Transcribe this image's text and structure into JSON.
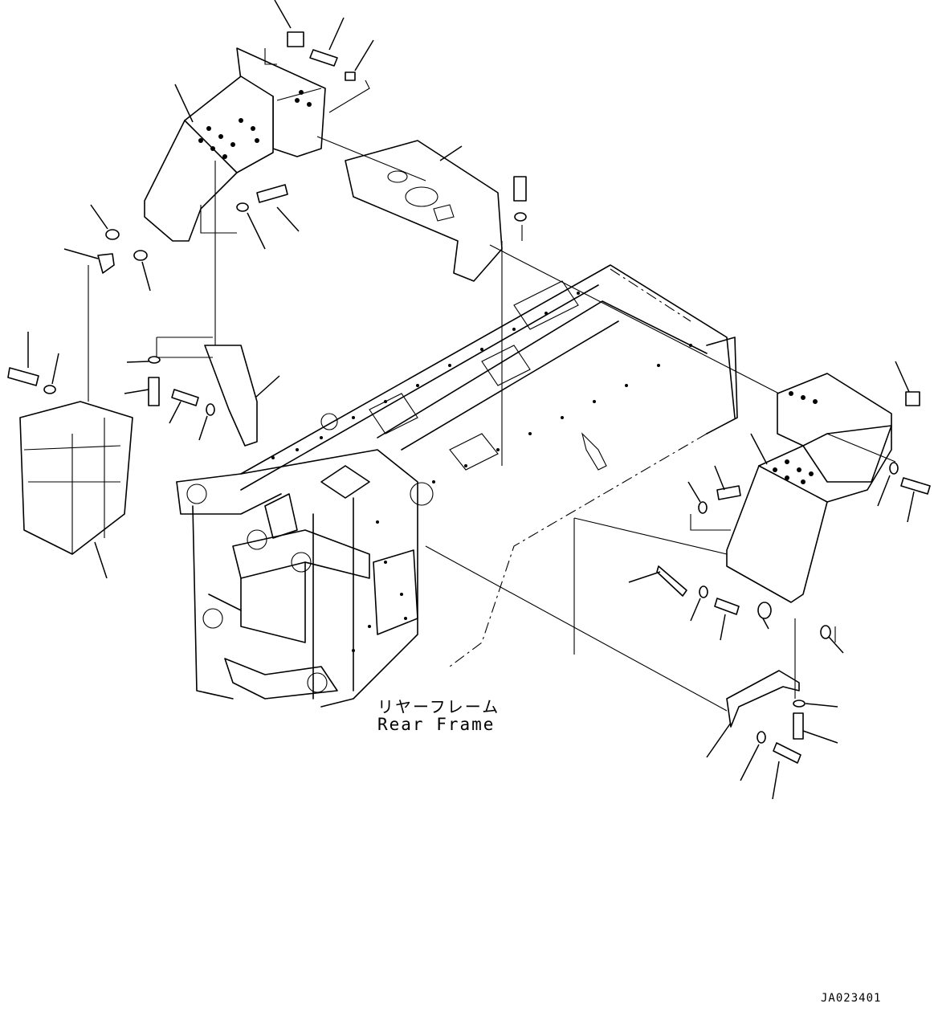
{
  "frame_label": {
    "japanese": "リヤーフレーム",
    "english": "Rear Frame"
  },
  "drawing_id": "JA023401"
}
